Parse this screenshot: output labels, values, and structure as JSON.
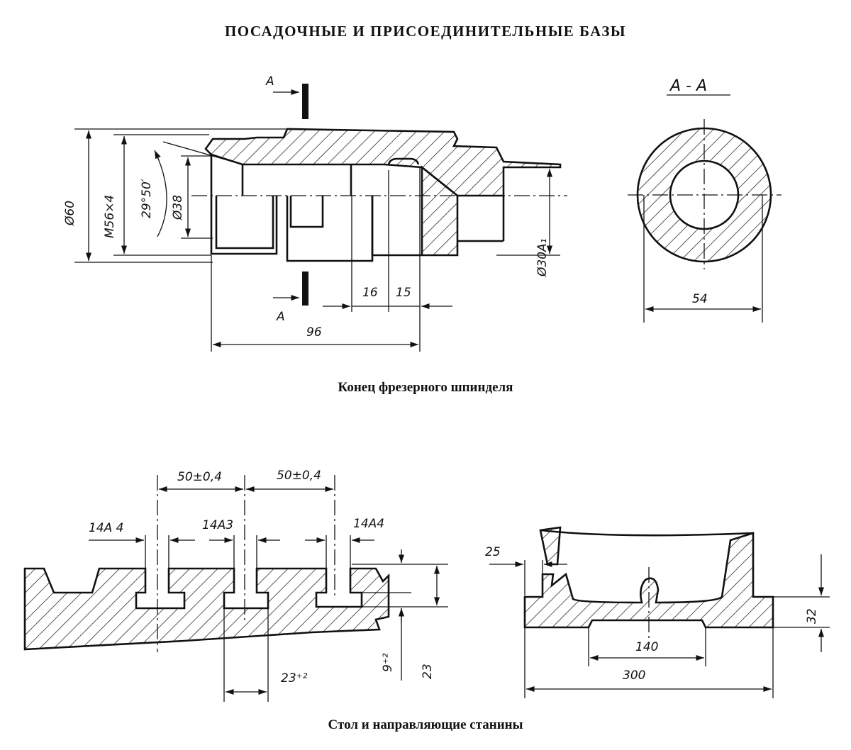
{
  "page_title": "ПОСАДОЧНЫЕ И ПРИСОЕДИНИТЕЛЬНЫЕ БАЗЫ",
  "spindle": {
    "caption": "Конец фрезерного шпинделя",
    "section_mark": "А",
    "section_title": "А - А",
    "dims": {
      "d60": "Ø60",
      "thread": "M56×4",
      "angle": "29°50′",
      "d38": "Ø38",
      "d30": "Ø30A₁",
      "l16": "16",
      "l15": "15",
      "l96": "96",
      "d54": "54"
    }
  },
  "table": {
    "caption": "Стол и направляющие станины",
    "dims": {
      "pitch1": "50±0,4",
      "pitch2": "50±0,4",
      "slot_left": "14A 4",
      "slot_mid": "14A3",
      "slot_right": "14A4",
      "g": "9⁺²",
      "h23": "23",
      "w23": "23⁺²",
      "d25": "25",
      "d32": "32",
      "d140": "140",
      "d300": "300"
    }
  },
  "colors": {
    "ink": "#111111",
    "paper": "#ffffff"
  }
}
